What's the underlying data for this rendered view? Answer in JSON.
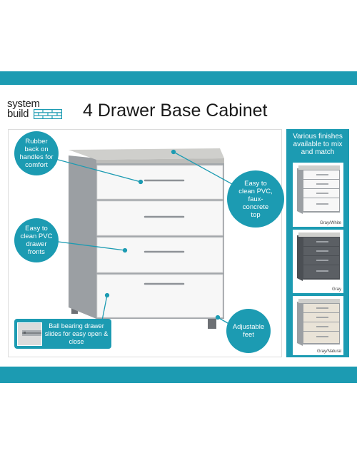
{
  "brand": {
    "line1": "system",
    "line2": "build"
  },
  "title": "4 Drawer Base Cabinet",
  "callouts": {
    "handles": "Rubber back on handles for comfort",
    "top": "Easy to clean PVC, faux-concrete top",
    "fronts": "Easy to clean PVC drawer fronts",
    "slides": "Ball bearing drawer slides for easy open & close",
    "feet": "Adjustable feet"
  },
  "sidebar": {
    "title": "Various finishes available to mix and match",
    "finishes": [
      {
        "label": "Gray/White"
      },
      {
        "label": "Gray"
      },
      {
        "label": "Gray/Natural"
      }
    ]
  },
  "colors": {
    "accent": "#1c9bb2",
    "cabinet_body": "#9b9fa3",
    "drawer_white": "#f7f7f7",
    "drawer_gray": "#5b5f64",
    "top_concrete": "#cfcfcc"
  }
}
